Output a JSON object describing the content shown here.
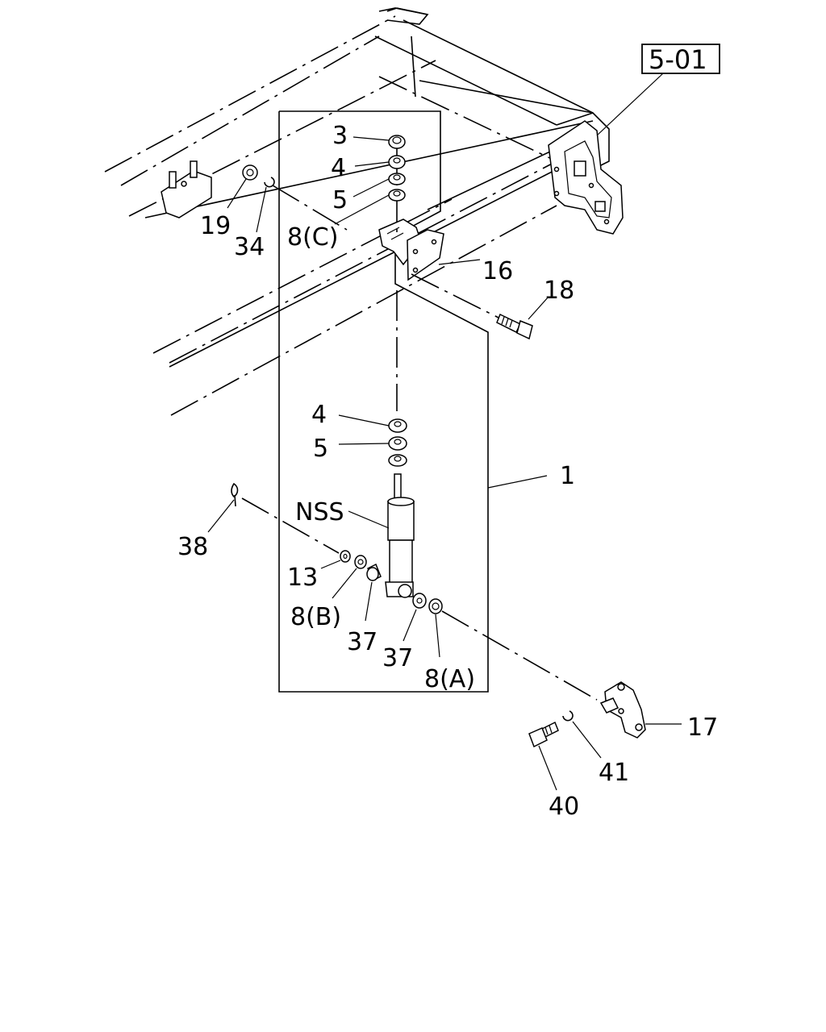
{
  "reference": "5-01",
  "callouts": {
    "c1": "1",
    "c3": "3",
    "c4_top": "4",
    "c5_top": "5",
    "c8c": "8(C)",
    "c16": "16",
    "c18": "18",
    "c19": "19",
    "c34": "34",
    "c4_low": "4",
    "c5_low": "5",
    "nss": "NSS",
    "c38": "38",
    "c13": "13",
    "c8b": "8(B)",
    "c37_left": "37",
    "c37_right": "37",
    "c8a": "8(A)",
    "c17": "17",
    "c41": "41",
    "c40": "40"
  }
}
